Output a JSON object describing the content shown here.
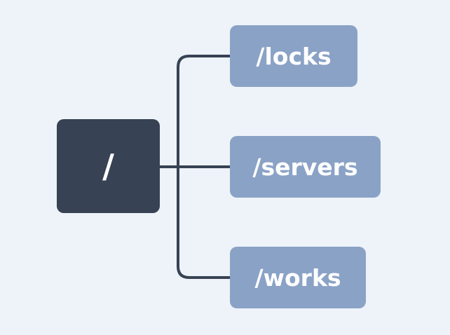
{
  "diagram": {
    "root": {
      "label": "/"
    },
    "children": [
      {
        "label": "/locks"
      },
      {
        "label": "/servers"
      },
      {
        "label": "/works"
      }
    ]
  },
  "colors": {
    "background": "#edf3f8",
    "root_fill": "#374254",
    "child_fill": "#8aa2c6",
    "connector": "#374254",
    "text": "#ffffff"
  }
}
